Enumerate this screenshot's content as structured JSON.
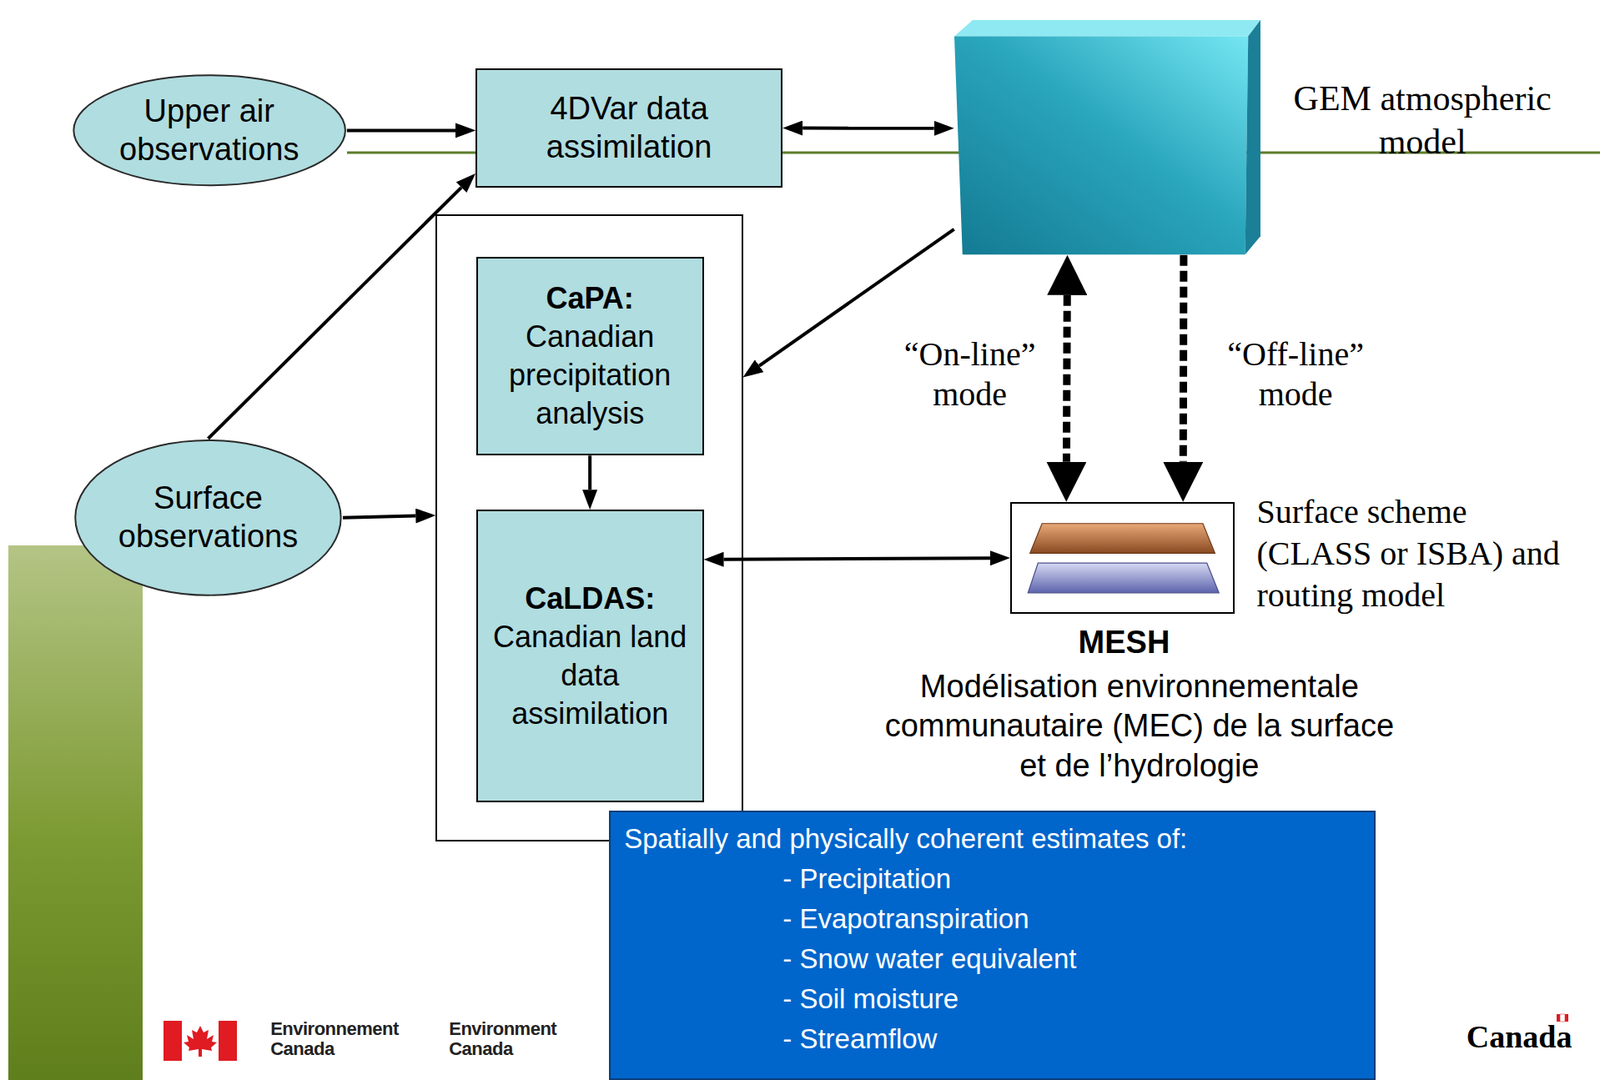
{
  "diagram": {
    "nodes": [
      {
        "text": [
          "Upper air observations"
        ]
      },
      {
        "text": [
          "4DVar data assimilation"
        ]
      },
      {
        "text": [
          "GEM atmospheric model"
        ]
      },
      {
        "text": []
      },
      {
        "text": [
          "CaPA:",
          "Canadian precipitation analysis"
        ],
        "in": 3
      },
      {
        "text": [
          "CaLDAS:",
          "Canadian land data assimilation"
        ],
        "in": 3
      },
      {
        "text": [
          "Surface observations"
        ]
      },
      {
        "text": [
          "Surface scheme (CLASS or ISBA) and routing model",
          "MESH",
          "Modélisation environnementale communautaire (MEC) de la surface et de l’hydrologie"
        ]
      },
      {
        "text": [
          "Spatially and physically coherent estimates of:",
          "- Precipitation",
          "- Evapotranspiration",
          "- Snow water equivalent",
          "- Soil moisture",
          "- Streamflow"
        ]
      }
    ],
    "edges": [
      {
        "from": 0,
        "to": 1,
        "arrow": "to"
      },
      {
        "from": 1,
        "to": 2,
        "arrow": "both"
      },
      {
        "from": 6,
        "to": 1,
        "arrow": "to"
      },
      {
        "from": 6,
        "to": 3,
        "arrow": "to"
      },
      {
        "from": 2,
        "to": 3,
        "arrow": "to"
      },
      {
        "from": 4,
        "to": 5,
        "arrow": "to"
      },
      {
        "from": 5,
        "to": 7,
        "arrow": "both"
      },
      {
        "from": 2,
        "to": 7,
        "label": "“On-line” mode",
        "arrow": "both"
      },
      {
        "from": 2,
        "to": 7,
        "label": "“Off-line” mode",
        "arrow": "to"
      }
    ],
    "labels": [
      "Environnement Canada",
      "Environment Canada",
      "Canada"
    ]
  }
}
